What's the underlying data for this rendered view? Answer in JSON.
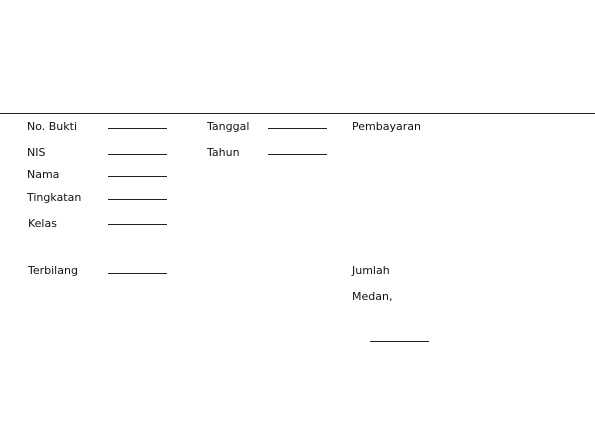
{
  "receipt": {
    "fields_left": {
      "no_bukti": "No. Bukti",
      "nis": "NIS",
      "nama": "Nama",
      "tingkatan": "Tingkatan",
      "kelas": "Kelas",
      "terbilang": "Terbilang"
    },
    "fields_middle": {
      "tanggal": "Tanggal",
      "tahun": "Tahun"
    },
    "fields_right": {
      "pembayaran": "Pembayaran",
      "jumlah": "Jumlah",
      "place": "Medan,"
    }
  }
}
